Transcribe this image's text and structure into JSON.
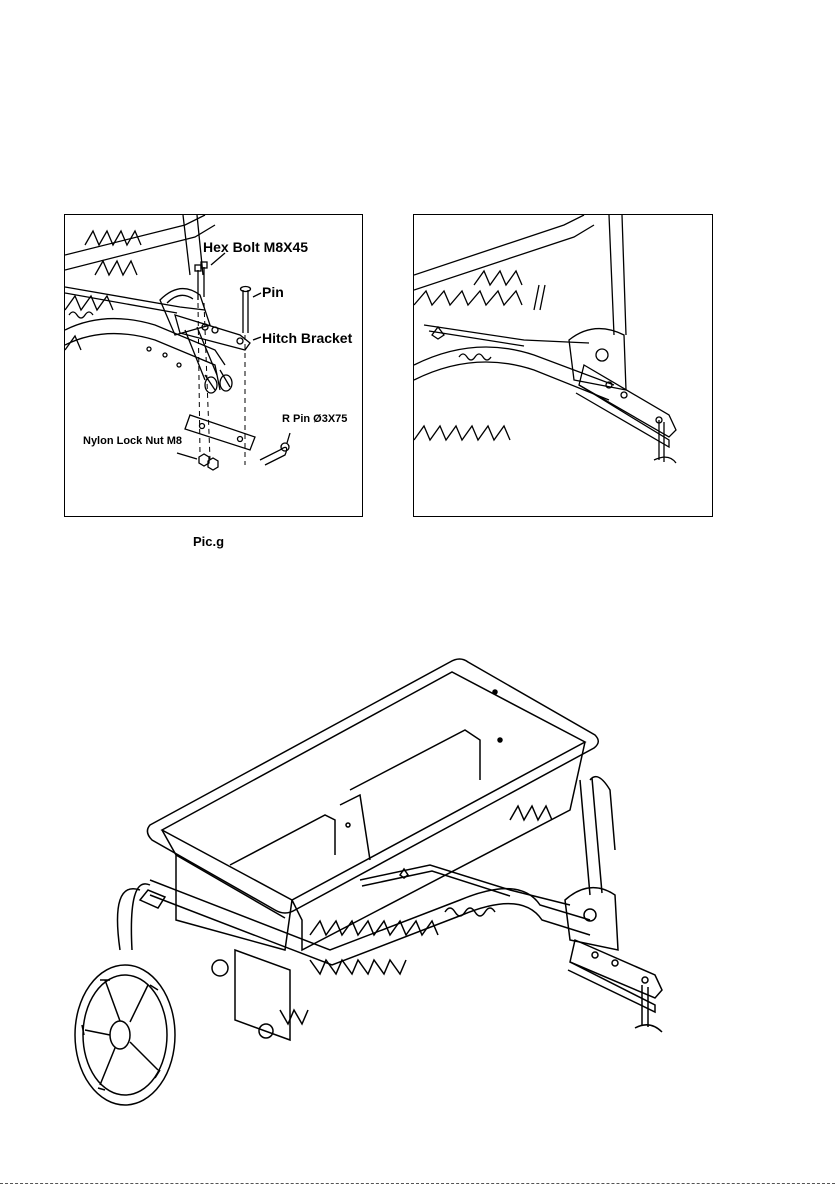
{
  "figure_left": {
    "labels": {
      "hex_bolt": "Hex Bolt M8X45",
      "pin": "Pin",
      "hitch_bracket": "Hitch Bracket",
      "r_pin": "R Pin Ø3X75",
      "nylon_lock_nut": "Nylon Lock Nut M8"
    }
  },
  "caption": "Pic.g"
}
